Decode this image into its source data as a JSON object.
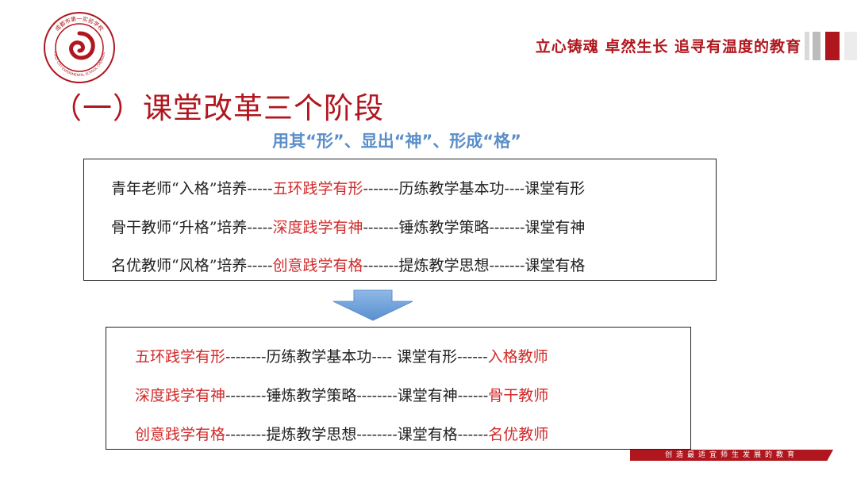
{
  "header": {
    "slogan": "立心铸魂  卓然生长  追寻有温度的教育",
    "logo": {
      "icon": "spiral-seal-icon",
      "inner_text": "成都市第一实验学校",
      "outer_text": "FIRST CITY EXPERIMENTAL SCHOOL CHENGDU"
    }
  },
  "title": "（一）课堂改革三个阶段",
  "subtitle": "用其“形”、显出“神”、形成“格”",
  "box1": {
    "rows": [
      {
        "pre": "青年老师“入格”培养-----",
        "highlight": "五环践学有形",
        "post": "-------历练教学基本功----课堂有形"
      },
      {
        "pre": "骨干教师“升格”培养-----",
        "highlight": "深度践学有神",
        "post": "-------锤炼教学策略-------课堂有神"
      },
      {
        "pre": "名优教师“风格”培养-----",
        "highlight": "创意践学有格",
        "post": "-------提炼教学思想-------课堂有格"
      }
    ]
  },
  "box2": {
    "rows": [
      {
        "lead": "五环践学有形",
        "mid": "--------历练教学基本功---- 课堂有形------",
        "tail": "入格教师"
      },
      {
        "lead": "深度践学有神",
        "mid": "--------锤炼教学策略--------课堂有神------",
        "tail": "骨干教师"
      },
      {
        "lead": "创意践学有格",
        "mid": "--------提炼教学思想--------课堂有格------",
        "tail": "名优教师"
      }
    ]
  },
  "footer": {
    "text": "创造最适宜师生发展的教育"
  },
  "colors": {
    "brand_red": "#b0161d",
    "highlight_red": "#d12a2a",
    "subtitle_blue": "#5b8ec9",
    "arrow_blue": "#6d9fd6"
  }
}
